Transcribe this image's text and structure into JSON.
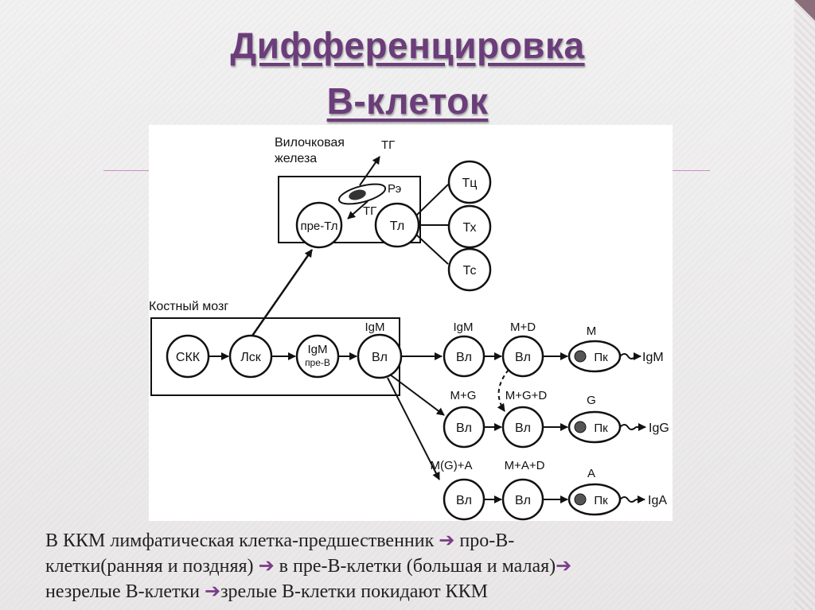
{
  "title": {
    "line1": "Дифференцировка",
    "line2": "В-клеток"
  },
  "diagram": {
    "thymus_label_1": "Вилочковая",
    "thymus_label_2": "железа",
    "bone_marrow_label": "Костный мозг",
    "tg_top": "ТГ",
    "tg_bottom": "ТГ",
    "re": "Рэ",
    "pre_t": "пре-Тл",
    "tl": "Тл",
    "tc": "Тц",
    "th": "Тх",
    "ts": "Тс",
    "skk": "СКК",
    "lsk": "Лск",
    "pre_b_top": "IgM",
    "pre_b_bottom": "пре-В",
    "igm_top_label": "IgM",
    "vl": "Вл",
    "row1_label_a": "IgM",
    "row1_label_b": "M+D",
    "row1_label_c": "M",
    "row2_label_a": "M+G",
    "row2_label_b": "M+G+D",
    "row2_label_c": "G",
    "row3_label_a": "M(G)+A",
    "row3_label_b": "M+A+D",
    "row3_label_c": "A",
    "pk": "Пк",
    "out_igm": "IgM",
    "out_igg": "IgG",
    "out_iga": "IgA"
  },
  "caption": {
    "l1a": "В ККМ лимфатическая клетка-предшественник ",
    "l1b": " про-В-",
    "l2a": "клетки(ранняя и поздняя) ",
    "l2b": " в пре-В-клетки (большая и малая)",
    "l3a": "незрелые В-клетки ",
    "l3b": "зрелые В-клетки покидают ККМ",
    "arrow": "➔"
  },
  "colors": {
    "title": "#6b3d7a",
    "accent_rule": "#c98fc9"
  }
}
